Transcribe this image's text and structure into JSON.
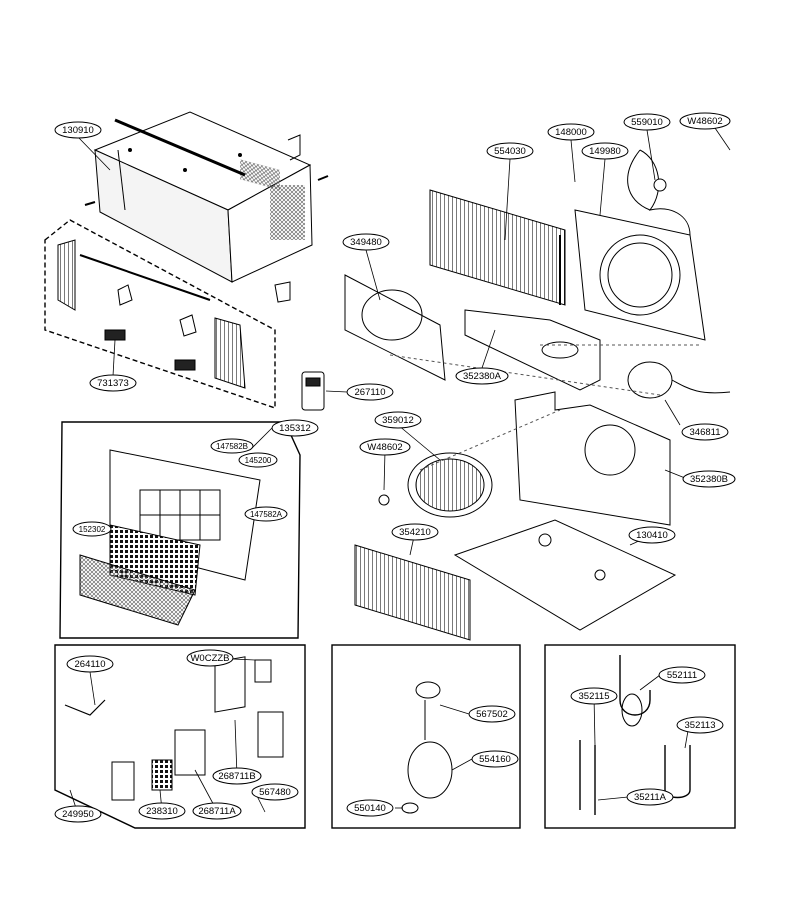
{
  "diagram": {
    "labels": {
      "l130910": "130910",
      "l731373": "731373",
      "l349480": "349480",
      "l554030": "554030",
      "l148000": "148000",
      "l149980": "149980",
      "l559010": "559010",
      "lW48602a": "W48602",
      "l267110": "267110",
      "l352380A": "352380A",
      "l346811": "346811",
      "l135312": "135312",
      "l147582B": "147582B",
      "l145200": "145200",
      "l147582A": "147582A",
      "l152302": "152302",
      "l359012": "359012",
      "lW48602b": "W48602",
      "l352380B": "352380B",
      "l354210": "354210",
      "l130410": "130410",
      "l264110": "264110",
      "lW0CZZB": "W0CZZB",
      "l268711B": "268711B",
      "l567480": "567480",
      "l238310": "238310",
      "l268711A": "268711A",
      "l249950": "249950",
      "l567502": "567502",
      "l554160": "554160",
      "l550140": "550140",
      "l552111": "552111",
      "l352115": "352115",
      "l352113": "352113",
      "l35211A": "35211A"
    }
  }
}
